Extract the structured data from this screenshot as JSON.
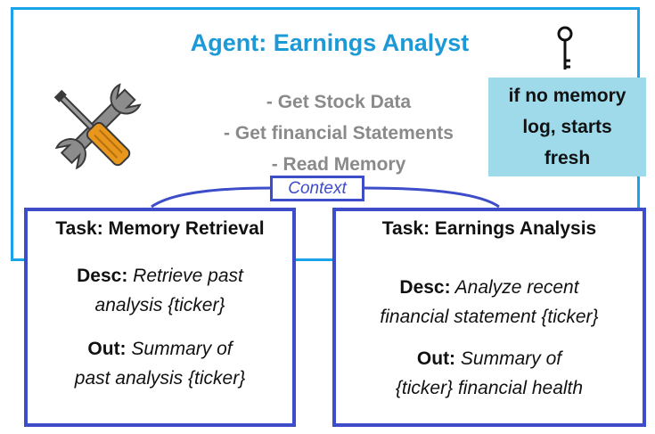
{
  "agent": {
    "title": "Agent: Earnings Analyst",
    "tools": [
      "- Get Stock Data",
      "- Get financial Statements",
      "- Read Memory"
    ],
    "note": [
      "if no memory",
      "log, starts",
      "fresh"
    ],
    "icons": [
      "tools-icon",
      "key-icon"
    ]
  },
  "context_label": "Context",
  "tasks": [
    {
      "title": "Task: Memory Retrieval",
      "desc_label": "Desc:",
      "desc_lines": [
        " Retrieve past",
        "analysis {ticker}"
      ],
      "out_label": "Out:",
      "out_lines": [
        " Summary of",
        "past analysis {ticker}"
      ]
    },
    {
      "title": "Task: Earnings Analysis",
      "desc_label": "Desc:",
      "desc_lines": [
        " Analyze recent",
        "financial statement {ticker}"
      ],
      "out_label": "Out:",
      "out_lines": [
        " Summary of",
        "{ticker} financial health"
      ]
    }
  ],
  "colors": {
    "agent_border": "#1aa3e8",
    "agent_title": "#1d9ad6",
    "tool_text": "#8a8a8a",
    "note_bg": "#9fdaeb",
    "task_border": "#3d4cc8"
  }
}
